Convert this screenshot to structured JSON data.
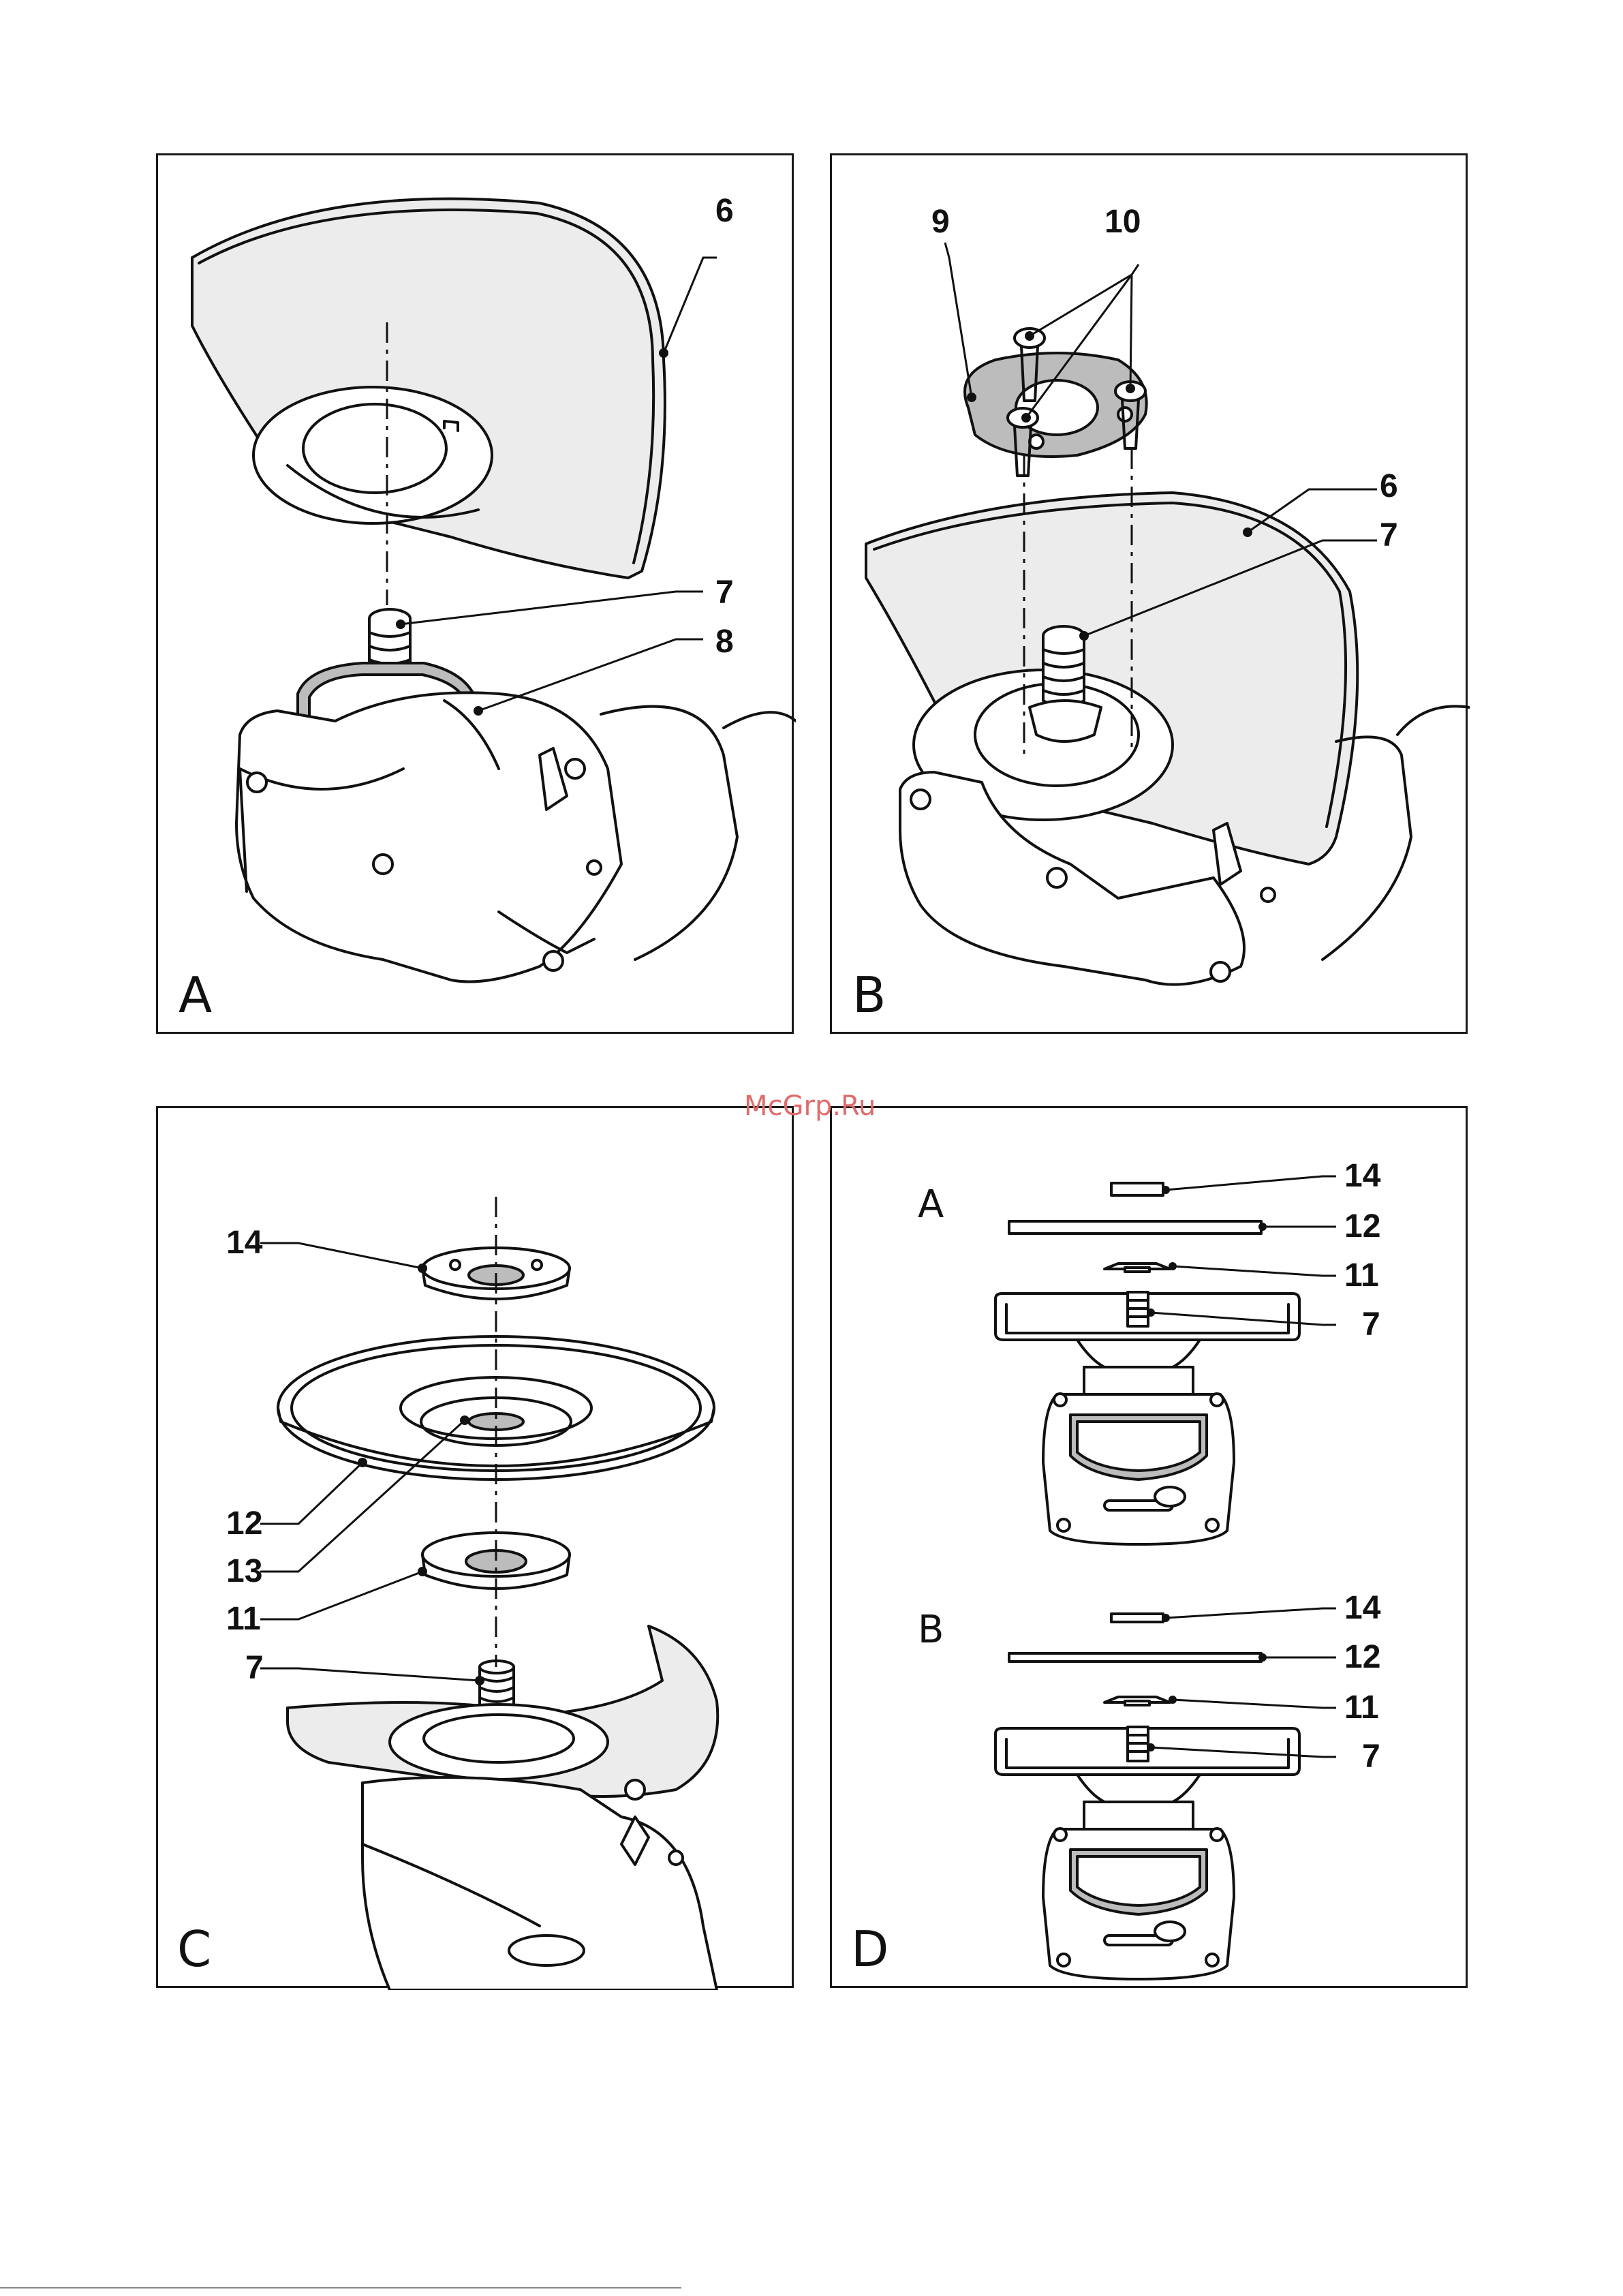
{
  "panels": {
    "A": {
      "letter": "A",
      "callouts": [
        "6",
        "7",
        "8"
      ]
    },
    "B": {
      "letter": "B",
      "callouts": [
        "9",
        "10",
        "6",
        "7"
      ]
    },
    "C": {
      "letter": "C",
      "callouts": [
        "14",
        "12",
        "13",
        "11",
        "7"
      ]
    },
    "D": {
      "letter": "D",
      "sub_a": "A",
      "sub_b": "B",
      "callouts_a": [
        "14",
        "12",
        "11",
        "7"
      ],
      "callouts_b": [
        "14",
        "12",
        "11",
        "7"
      ]
    }
  },
  "watermark": "McGrp.Ru"
}
